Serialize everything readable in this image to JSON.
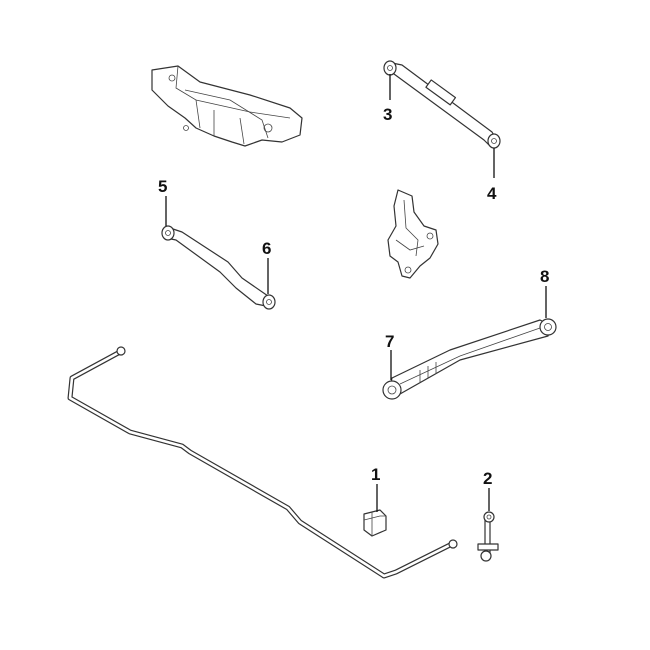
{
  "diagram": {
    "callouts": [
      {
        "number": "1",
        "part": "stabilizer-bushing"
      },
      {
        "number": "2",
        "part": "stabilizer-link"
      },
      {
        "number": "3",
        "part": "upper-arm-front-bushing"
      },
      {
        "number": "4",
        "part": "upper-arm-rear-bushing"
      },
      {
        "number": "5",
        "part": "lower-arm-front-bushing"
      },
      {
        "number": "6",
        "part": "lower-arm-rear-bushing"
      },
      {
        "number": "7",
        "part": "trailing-arm-rear-bushing"
      },
      {
        "number": "8",
        "part": "trailing-arm-front-bushing"
      }
    ]
  }
}
